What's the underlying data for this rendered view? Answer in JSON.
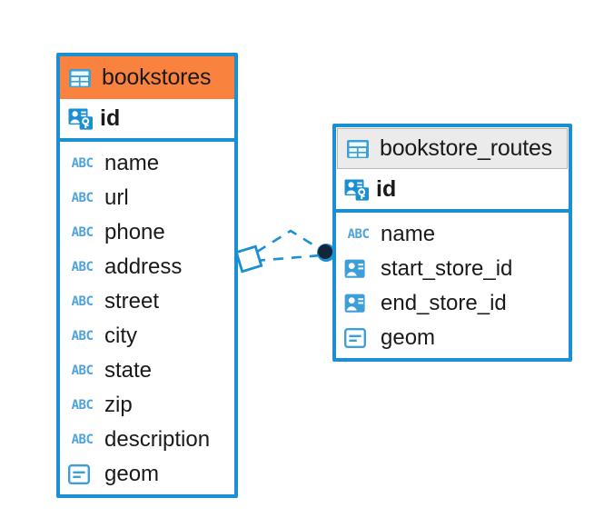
{
  "diagram": {
    "type": "entity-relationship-diagram",
    "colors": {
      "entity_border": "#1a8fd1",
      "selected_header": "#f9823f",
      "plain_header": "#ebebeb",
      "icon_blue": "#3d9fd8",
      "abc_blue": "#4ea3dd",
      "connector_line": "#1a8fd1",
      "connector_endpoint": "#12263a"
    }
  },
  "entities": [
    {
      "name": "bookstores",
      "selected": true,
      "table_icon": "table-icon",
      "primary_key": {
        "label": "id",
        "icon": "primary-key-icon"
      },
      "fields": [
        {
          "label": "name",
          "icon": "abc-text-icon",
          "type": "text"
        },
        {
          "label": "url",
          "icon": "abc-text-icon",
          "type": "text"
        },
        {
          "label": "phone",
          "icon": "abc-text-icon",
          "type": "text"
        },
        {
          "label": "address",
          "icon": "abc-text-icon",
          "type": "text"
        },
        {
          "label": "street",
          "icon": "abc-text-icon",
          "type": "text"
        },
        {
          "label": "city",
          "icon": "abc-text-icon",
          "type": "text"
        },
        {
          "label": "state",
          "icon": "abc-text-icon",
          "type": "text"
        },
        {
          "label": "zip",
          "icon": "abc-text-icon",
          "type": "text"
        },
        {
          "label": "description",
          "icon": "abc-text-icon",
          "type": "text"
        },
        {
          "label": "geom",
          "icon": "geometry-icon",
          "type": "geometry"
        }
      ]
    },
    {
      "name": "bookstore_routes",
      "selected": false,
      "table_icon": "table-icon",
      "primary_key": {
        "label": "id",
        "icon": "primary-key-icon"
      },
      "fields": [
        {
          "label": "name",
          "icon": "abc-text-icon",
          "type": "text"
        },
        {
          "label": "start_store_id",
          "icon": "foreign-key-icon",
          "type": "reference"
        },
        {
          "label": "end_store_id",
          "icon": "foreign-key-icon",
          "type": "reference"
        },
        {
          "label": "geom",
          "icon": "geometry-icon",
          "type": "geometry"
        }
      ]
    }
  ],
  "relationship": {
    "source_entity": "bookstores",
    "target_entity": "bookstore_routes",
    "source_marker": "diamond-marker",
    "target_marker": "filled-circle-marker",
    "line_style": "dashed"
  }
}
